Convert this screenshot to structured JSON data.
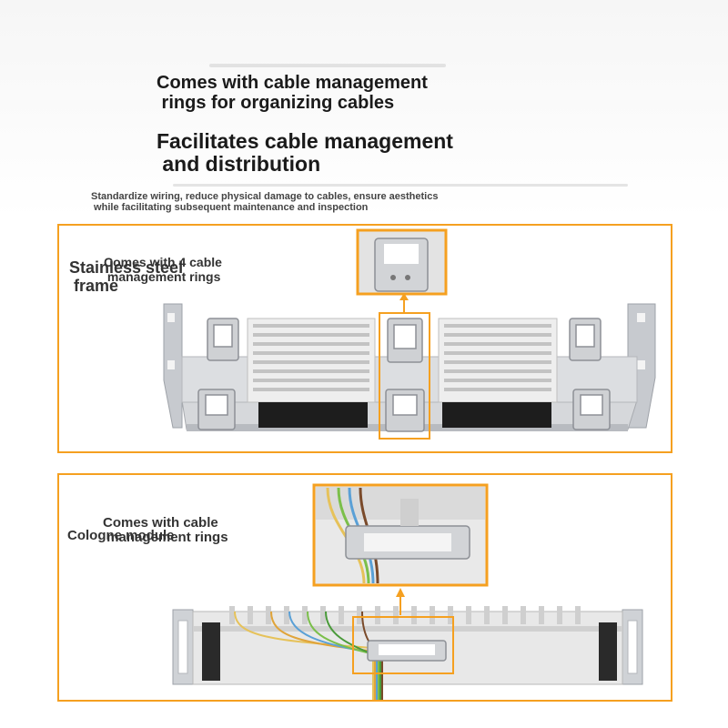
{
  "header": {
    "headline1": "Comes with cable management\n rings for organizing cables",
    "headline2": "Facilitates cable management\n and distribution",
    "subtext": "Standardize wiring, reduce physical damage to cables, ensure aesthetics\n while facilitating subsequent maintenance and inspection"
  },
  "panel1": {
    "label_frame": "Stainless steel\n frame",
    "label_rings": "Comes with 4 cable\n management rings"
  },
  "panel2": {
    "label_module": "Cologne module",
    "label_rings": "Comes with cable\n management rings"
  },
  "colors": {
    "accent": "#f5a020",
    "metal": "#c9ccd0",
    "module": "#e6e6e6"
  }
}
